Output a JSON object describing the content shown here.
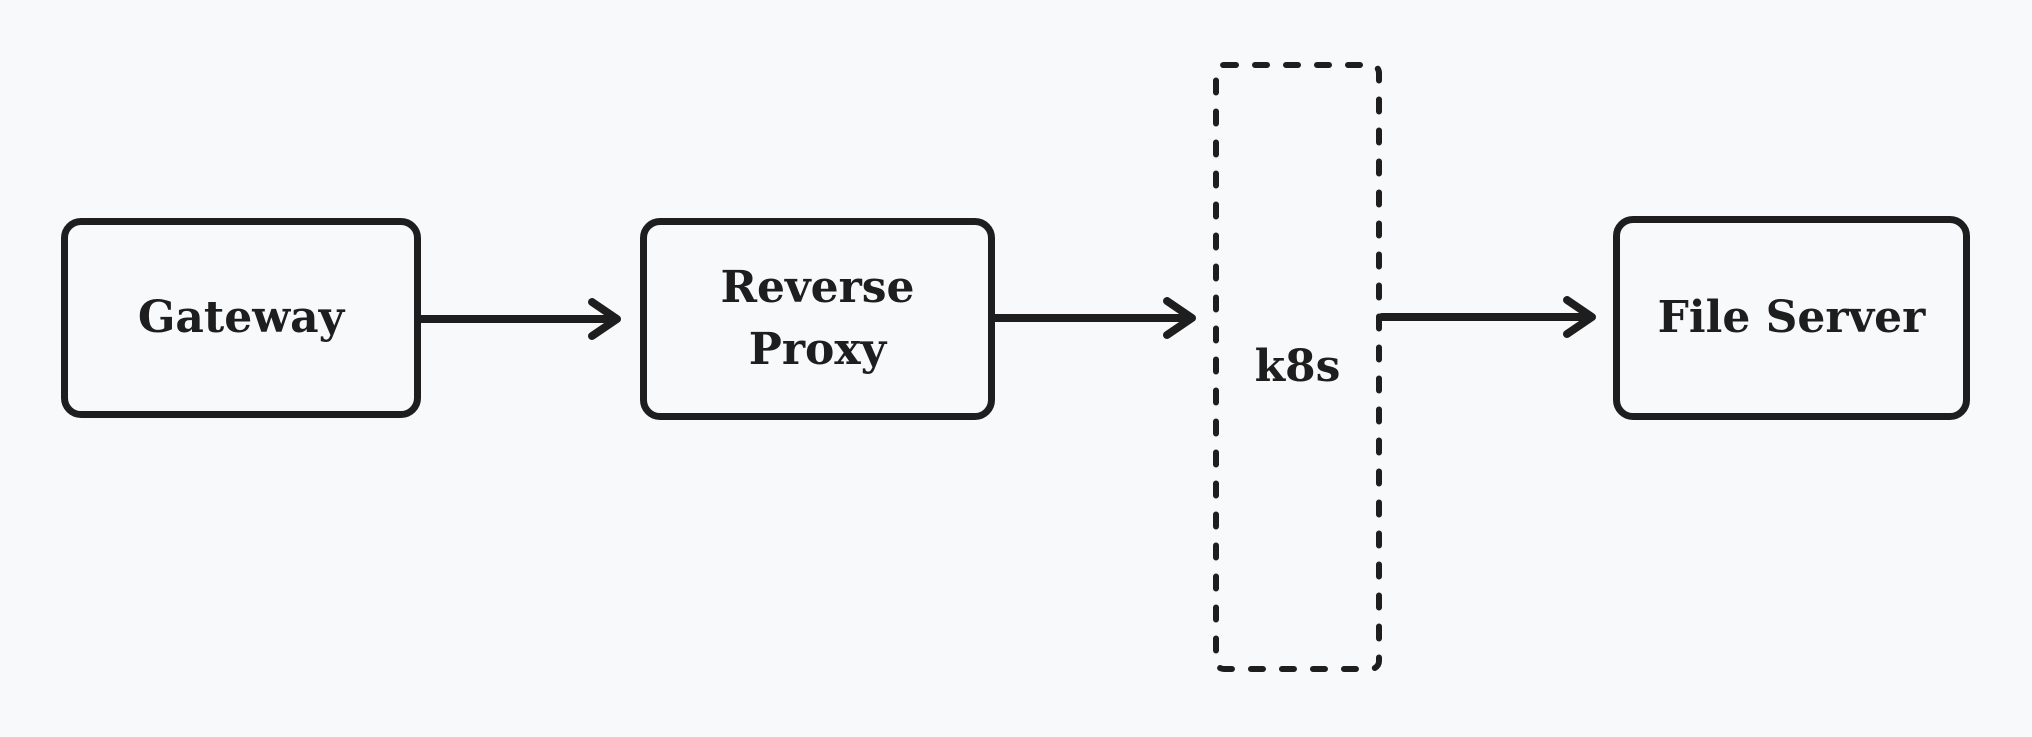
{
  "canvas": {
    "background": "#f8f9fa",
    "stroke_color": "#1e1e1e",
    "text_color": "#1e1e1e"
  },
  "diagram": {
    "type": "flow-diagram",
    "direction": "left-to-right",
    "nodes": [
      {
        "id": "gateway",
        "label": "Gateway",
        "shape": "rounded-rectangle",
        "border_style": "solid"
      },
      {
        "id": "reverse-proxy",
        "label": "Reverse\nProxy",
        "shape": "rounded-rectangle",
        "border_style": "solid"
      },
      {
        "id": "k8s",
        "label": "k8s",
        "shape": "rectangle",
        "border_style": "dashed"
      },
      {
        "id": "file-server",
        "label": "File Server",
        "shape": "rounded-rectangle",
        "border_style": "solid"
      }
    ],
    "edges": [
      {
        "from": "gateway",
        "to": "reverse-proxy",
        "style": "arrow"
      },
      {
        "from": "reverse-proxy",
        "to": "k8s",
        "style": "arrow"
      },
      {
        "from": "k8s",
        "to": "file-server",
        "style": "arrow"
      }
    ]
  }
}
